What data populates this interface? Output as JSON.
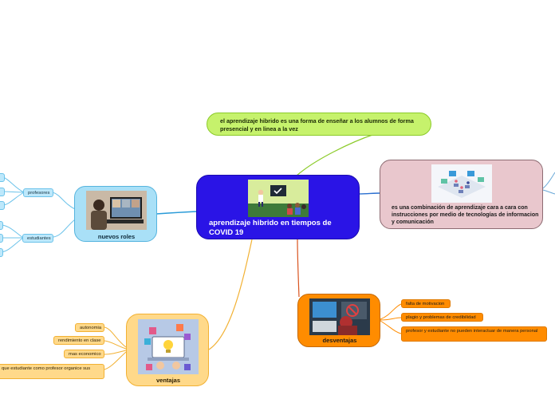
{
  "central": {
    "title": "aprendizaje hibrido en tiempos de COVID 19"
  },
  "definition": {
    "text": "el aprendizaje hibrido es una forma de enseñar a los alumnos de forma presencial y en linea a la vez"
  },
  "combination": {
    "text": "es una combinación de aprendizaje cara a cara con instrucciones por medio de tecnologías de informacion y comunicación"
  },
  "new_roles": {
    "title": "nuevos roles",
    "profesores": {
      "label": "profesores"
    },
    "estudiantes": {
      "label": "estudiantes"
    }
  },
  "disadvantages": {
    "title": "desventajas",
    "items": [
      "falta de motivacion",
      "plagio y problemas de credibilidad",
      "profesor y estudiante no pueden interactuar de manera personal"
    ]
  },
  "advantages": {
    "title": "ventajas",
    "items": [
      "autonomia",
      "rendimiento en clase",
      "mas economico",
      "que estudiante como profesor organice sus"
    ]
  },
  "colors": {
    "central": "#2a14e6",
    "definition": "#c6f26c",
    "combination": "#e9c7cd",
    "new_roles": "#a9e0f7",
    "disadvantages": "#ff8c00",
    "advantages": "#ffd98a"
  }
}
